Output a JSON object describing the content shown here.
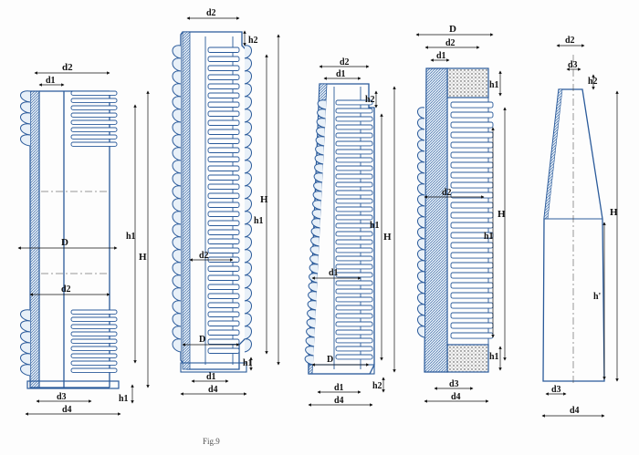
{
  "figures": [
    {
      "id": "fig1",
      "labels": {
        "top_outer": "d2",
        "top_inner": "d1",
        "mid_dia": "D",
        "inner": "d2",
        "bottom_inner": "d3",
        "bottom_outer": "d4",
        "height": "H",
        "body": "h1",
        "base": "h1"
      }
    },
    {
      "id": "fig2",
      "labels": {
        "top": "d2",
        "top_h": "h2",
        "height": "H",
        "body": "h1",
        "mid": "d2",
        "foot": "D",
        "bottom_h": "h1",
        "bottom_inner": "d1",
        "bottom_outer": "d4"
      }
    },
    {
      "id": "fig3",
      "labels": {
        "top_outer": "d2",
        "top_inner": "d1",
        "top_h": "h2",
        "body": "h1",
        "height": "H",
        "mid": "d1",
        "foot": "D",
        "bottom_inner": "d1",
        "bottom_outer": "d4",
        "bottom_h": "h2"
      }
    },
    {
      "id": "fig4",
      "labels": {
        "top_outer": "D",
        "top_mid": "d2",
        "top_inner": "d1",
        "top_h": "h1",
        "mid": "d2",
        "height": "H",
        "body": "h1",
        "bottom_h": "h1",
        "bottom_inner": "d3",
        "bottom_outer": "d4"
      }
    },
    {
      "id": "fig5",
      "labels": {
        "top_outer": "d2",
        "top_inner": "d3",
        "top_h": "h2",
        "height": "H",
        "body": "h'",
        "bottom_inner": "d3",
        "bottom_outer": "d4"
      }
    }
  ],
  "caption": "Fig.9"
}
